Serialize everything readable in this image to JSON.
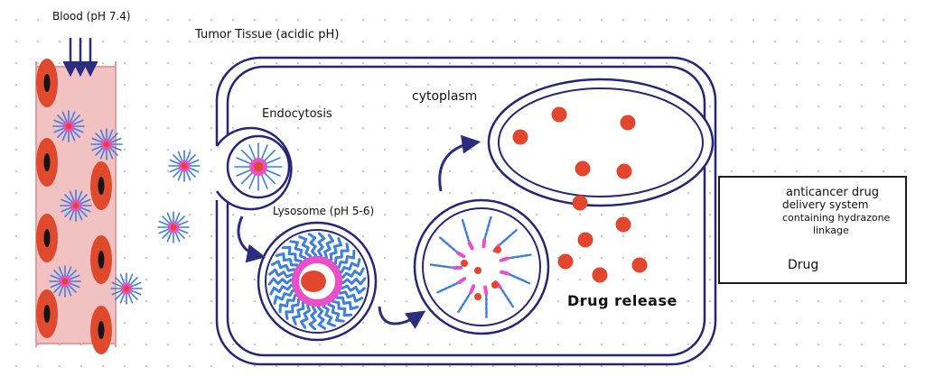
{
  "labels": {
    "blood": "Blood (pH 7.4)",
    "tumor": "Tumor Tissue (acidic pH)",
    "endocytosis": "Endocytosis",
    "cytoplasm": "cytoplasm",
    "lysosome": "Lysosome (pH 5-6)",
    "release": "Drug release"
  },
  "legend": {
    "item1_line1": "anticancer drug",
    "item1_line2": "delivery system",
    "item1_line3": "containing hydrazone",
    "item1_line4": "linkage",
    "item2": "Drug"
  },
  "colors": {
    "membrane": "#25257a",
    "drug": "#e2472e",
    "nanocarrier_arms": "#3d7fe0",
    "nanocarrier_core": "#e84fc8",
    "vessel": "#f2c1c1",
    "blood_cell": "#e04a2c",
    "arrow": "#2b2d7e"
  },
  "icons": {
    "nanocarrier": "nanocarrier-icon",
    "drug": "drug-dot-icon",
    "arrow": "curved-arrow-icon"
  }
}
